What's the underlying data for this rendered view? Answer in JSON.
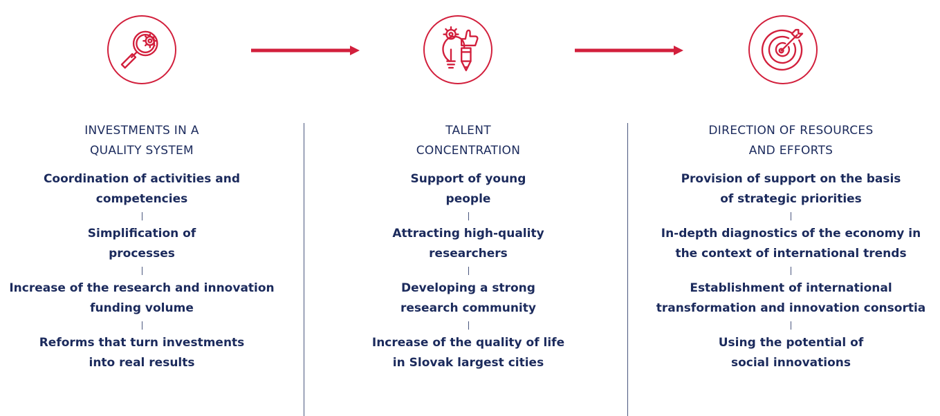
{
  "colors": {
    "accent": "#d21f3c",
    "text": "#1b2a5c"
  },
  "icons": [
    "magnifier-gear-icon",
    "lightbulb-gear-thumbs-up-pencil-icon",
    "target-arrow-icon"
  ],
  "columns": [
    {
      "title": "INVESTMENTS IN A\nQUALITY SYSTEM",
      "items": [
        "Coordination of activities and\ncompetencies",
        "Simplification of\nprocesses",
        "Increase of the research and innovation\nfunding volume",
        "Reforms that turn investments\ninto real results"
      ]
    },
    {
      "title": "TALENT\nCONCENTRATION",
      "items": [
        "Support of young\npeople",
        "Attracting high-quality\nresearchers",
        "Developing a strong\nresearch community",
        "Increase of the quality of life\nin Slovak largest cities"
      ]
    },
    {
      "title": "DIRECTION OF RESOURCES\nAND EFFORTS",
      "items": [
        "Provision of support on the basis\nof strategic priorities",
        "In-depth diagnostics of the economy in\nthe context of international trends",
        "Establishment of international\ntransformation and innovation consortia",
        "Using the potential of\nsocial innovations"
      ]
    }
  ]
}
